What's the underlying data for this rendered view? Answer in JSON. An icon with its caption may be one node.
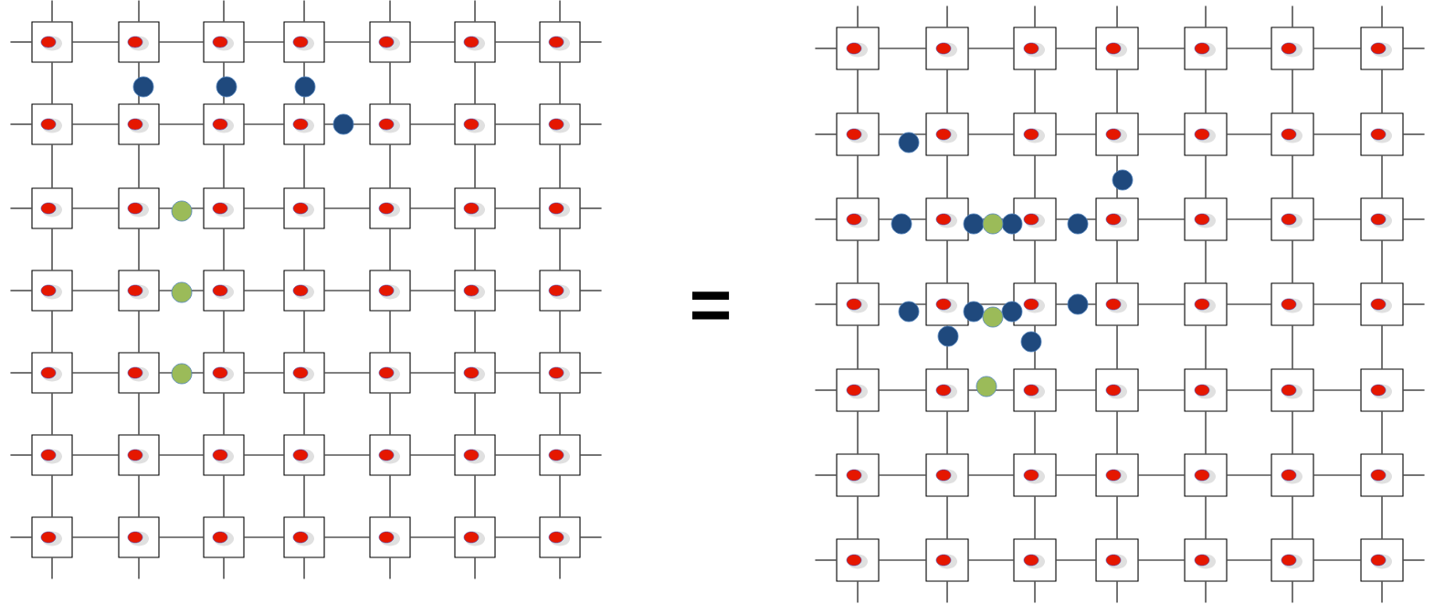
{
  "diagram": {
    "nodes": [
      {
        "text": [],
        "shape": "box"
      },
      {
        "text": [],
        "shape": "box"
      },
      {
        "text": [],
        "shape": "box"
      },
      {
        "text": [],
        "shape": "box"
      },
      {
        "text": [],
        "shape": "box"
      },
      {
        "text": [],
        "shape": "box"
      },
      {
        "text": [],
        "shape": "box"
      },
      {
        "text": [],
        "shape": "box"
      },
      {
        "text": [],
        "shape": "box"
      },
      {
        "text": [],
        "shape": "box"
      },
      {
        "text": [],
        "shape": "box"
      },
      {
        "text": [],
        "shape": "box"
      },
      {
        "text": [],
        "shape": "box"
      },
      {
        "text": [],
        "shape": "box"
      },
      {
        "text": [],
        "shape": "box"
      },
      {
        "text": [],
        "shape": "box"
      },
      {
        "text": [],
        "shape": "box"
      },
      {
        "text": [],
        "shape": "box"
      },
      {
        "text": [],
        "shape": "box"
      },
      {
        "text": [],
        "shape": "box"
      },
      {
        "text": [],
        "shape": "box"
      },
      {
        "text": [],
        "shape": "box"
      },
      {
        "text": [],
        "shape": "box"
      },
      {
        "text": [],
        "shape": "box"
      },
      {
        "text": [],
        "shape": "box"
      },
      {
        "text": [],
        "shape": "box"
      },
      {
        "text": [],
        "shape": "box"
      },
      {
        "text": [],
        "shape": "box"
      },
      {
        "text": [],
        "shape": "box"
      },
      {
        "text": [],
        "shape": "box"
      },
      {
        "text": [],
        "shape": "box"
      },
      {
        "text": [],
        "shape": "box"
      },
      {
        "text": [],
        "shape": "box"
      },
      {
        "text": [],
        "shape": "box"
      },
      {
        "text": [],
        "shape": "box"
      },
      {
        "text": [],
        "shape": "box"
      },
      {
        "text": [],
        "shape": "box"
      },
      {
        "text": [],
        "shape": "box"
      },
      {
        "text": [],
        "shape": "box"
      },
      {
        "text": [],
        "shape": "box"
      },
      {
        "text": [],
        "shape": "box"
      },
      {
        "text": [],
        "shape": "box"
      },
      {
        "text": [],
        "shape": "box"
      },
      {
        "text": [],
        "shape": "box"
      },
      {
        "text": [],
        "shape": "box"
      },
      {
        "text": [],
        "shape": "box"
      },
      {
        "text": [],
        "shape": "box"
      },
      {
        "text": [],
        "shape": "box"
      },
      {
        "text": [],
        "shape": "box"
      },
      {
        "text": [],
        "shape": "box"
      },
      {
        "text": [],
        "shape": "box"
      },
      {
        "text": [],
        "shape": "box"
      },
      {
        "text": [],
        "shape": "box"
      },
      {
        "text": [],
        "shape": "box"
      },
      {
        "text": [],
        "shape": "box"
      },
      {
        "text": [],
        "shape": "box"
      },
      {
        "text": [],
        "shape": "box"
      },
      {
        "text": [],
        "shape": "box"
      },
      {
        "text": [],
        "shape": "box"
      },
      {
        "text": [],
        "shape": "box"
      },
      {
        "text": [],
        "shape": "box"
      },
      {
        "text": [],
        "shape": "box"
      },
      {
        "text": [],
        "shape": "box"
      },
      {
        "text": [],
        "shape": "box"
      },
      {
        "text": [],
        "shape": "box"
      },
      {
        "text": [],
        "shape": "box"
      },
      {
        "text": [],
        "shape": "box"
      },
      {
        "text": [],
        "shape": "box"
      },
      {
        "text": [],
        "shape": "box"
      },
      {
        "text": [],
        "shape": "box"
      },
      {
        "text": [],
        "shape": "box"
      },
      {
        "text": [],
        "shape": "box"
      },
      {
        "text": [],
        "shape": "box"
      },
      {
        "text": [],
        "shape": "box"
      },
      {
        "text": [],
        "shape": "box"
      },
      {
        "text": [],
        "shape": "box"
      },
      {
        "text": [],
        "shape": "box"
      },
      {
        "text": [],
        "shape": "box"
      },
      {
        "text": [],
        "shape": "box"
      },
      {
        "text": [],
        "shape": "box"
      },
      {
        "text": [],
        "shape": "box"
      },
      {
        "text": [],
        "shape": "box"
      },
      {
        "text": [],
        "shape": "box"
      },
      {
        "text": [],
        "shape": "box"
      },
      {
        "text": [],
        "shape": "box"
      },
      {
        "text": [],
        "shape": "box"
      },
      {
        "text": [],
        "shape": "box"
      },
      {
        "text": [],
        "shape": "box"
      },
      {
        "text": [],
        "shape": "box"
      },
      {
        "text": [],
        "shape": "box"
      },
      {
        "text": [],
        "shape": "box"
      },
      {
        "text": [],
        "shape": "box"
      },
      {
        "text": [],
        "shape": "box"
      },
      {
        "text": [],
        "shape": "box"
      },
      {
        "text": [],
        "shape": "box"
      },
      {
        "text": [],
        "shape": "box"
      },
      {
        "text": [],
        "shape": "box"
      },
      {
        "text": [],
        "shape": "box"
      }
    ],
    "edges": [
      {
        "from": 0,
        "to": 1,
        "arrow": "none"
      },
      {
        "from": 1,
        "to": 2,
        "arrow": "none"
      },
      {
        "from": 2,
        "to": 3,
        "arrow": "none"
      },
      {
        "from": 3,
        "to": 4,
        "arrow": "none"
      },
      {
        "from": 4,
        "to": 5,
        "arrow": "none"
      },
      {
        "from": 5,
        "to": 6,
        "arrow": "none"
      },
      {
        "from": 7,
        "to": 8,
        "arrow": "none"
      },
      {
        "from": 8,
        "to": 9,
        "arrow": "none"
      },
      {
        "from": 9,
        "to": 10,
        "arrow": "none"
      },
      {
        "from": 10,
        "to": 11,
        "arrow": "none"
      },
      {
        "from": 11,
        "to": 12,
        "arrow": "none"
      },
      {
        "from": 12,
        "to": 13,
        "arrow": "none"
      },
      {
        "from": 14,
        "to": 15,
        "arrow": "none"
      },
      {
        "from": 15,
        "to": 16,
        "arrow": "none"
      },
      {
        "from": 16,
        "to": 17,
        "arrow": "none"
      },
      {
        "from": 17,
        "to": 18,
        "arrow": "none"
      },
      {
        "from": 18,
        "to": 19,
        "arrow": "none"
      },
      {
        "from": 19,
        "to": 20,
        "arrow": "none"
      },
      {
        "from": 21,
        "to": 22,
        "arrow": "none"
      },
      {
        "from": 22,
        "to": 23,
        "arrow": "none"
      },
      {
        "from": 23,
        "to": 24,
        "arrow": "none"
      },
      {
        "from": 24,
        "to": 25,
        "arrow": "none"
      },
      {
        "from": 25,
        "to": 26,
        "arrow": "none"
      },
      {
        "from": 26,
        "to": 27,
        "arrow": "none"
      },
      {
        "from": 28,
        "to": 29,
        "arrow": "none"
      },
      {
        "from": 29,
        "to": 30,
        "arrow": "none"
      },
      {
        "from": 30,
        "to": 31,
        "arrow": "none"
      },
      {
        "from": 31,
        "to": 32,
        "arrow": "none"
      },
      {
        "from": 32,
        "to": 33,
        "arrow": "none"
      },
      {
        "from": 33,
        "to": 34,
        "arrow": "none"
      },
      {
        "from": 35,
        "to": 36,
        "arrow": "none"
      },
      {
        "from": 36,
        "to": 37,
        "arrow": "none"
      },
      {
        "from": 37,
        "to": 38,
        "arrow": "none"
      },
      {
        "from": 38,
        "to": 39,
        "arrow": "none"
      },
      {
        "from": 39,
        "to": 40,
        "arrow": "none"
      },
      {
        "from": 40,
        "to": 41,
        "arrow": "none"
      },
      {
        "from": 42,
        "to": 43,
        "arrow": "none"
      },
      {
        "from": 43,
        "to": 44,
        "arrow": "none"
      },
      {
        "from": 44,
        "to": 45,
        "arrow": "none"
      },
      {
        "from": 45,
        "to": 46,
        "arrow": "none"
      },
      {
        "from": 46,
        "to": 47,
        "arrow": "none"
      },
      {
        "from": 47,
        "to": 48,
        "arrow": "none"
      },
      {
        "from": 0,
        "to": 7,
        "arrow": "none"
      },
      {
        "from": 1,
        "to": 8,
        "arrow": "none"
      },
      {
        "from": 2,
        "to": 9,
        "arrow": "none"
      },
      {
        "from": 3,
        "to": 10,
        "arrow": "none"
      },
      {
        "from": 4,
        "to": 11,
        "arrow": "none"
      },
      {
        "from": 5,
        "to": 12,
        "arrow": "none"
      },
      {
        "from": 6,
        "to": 13,
        "arrow": "none"
      },
      {
        "from": 7,
        "to": 14,
        "arrow": "none"
      },
      {
        "from": 8,
        "to": 15,
        "arrow": "none"
      },
      {
        "from": 9,
        "to": 16,
        "arrow": "none"
      },
      {
        "from": 10,
        "to": 17,
        "arrow": "none"
      },
      {
        "from": 11,
        "to": 18,
        "arrow": "none"
      },
      {
        "from": 12,
        "to": 19,
        "arrow": "none"
      },
      {
        "from": 13,
        "to": 20,
        "arrow": "none"
      },
      {
        "from": 14,
        "to": 21,
        "arrow": "none"
      },
      {
        "from": 15,
        "to": 22,
        "arrow": "none"
      },
      {
        "from": 16,
        "to": 23,
        "arrow": "none"
      },
      {
        "from": 17,
        "to": 24,
        "arrow": "none"
      },
      {
        "from": 18,
        "to": 25,
        "arrow": "none"
      },
      {
        "from": 19,
        "to": 26,
        "arrow": "none"
      },
      {
        "from": 20,
        "to": 27,
        "arrow": "none"
      },
      {
        "from": 21,
        "to": 28,
        "arrow": "none"
      },
      {
        "from": 22,
        "to": 29,
        "arrow": "none"
      },
      {
        "from": 23,
        "to": 30,
        "arrow": "none"
      },
      {
        "from": 24,
        "to": 31,
        "arrow": "none"
      },
      {
        "from": 25,
        "to": 32,
        "arrow": "none"
      },
      {
        "from": 26,
        "to": 33,
        "arrow": "none"
      },
      {
        "from": 27,
        "to": 34,
        "arrow": "none"
      },
      {
        "from": 28,
        "to": 35,
        "arrow": "none"
      },
      {
        "from": 29,
        "to": 36,
        "arrow": "none"
      },
      {
        "from": 30,
        "to": 37,
        "arrow": "none"
      },
      {
        "from": 31,
        "to": 38,
        "arrow": "none"
      },
      {
        "from": 32,
        "to": 39,
        "arrow": "none"
      },
      {
        "from": 33,
        "to": 40,
        "arrow": "none"
      },
      {
        "from": 34,
        "to": 41,
        "arrow": "none"
      },
      {
        "from": 35,
        "to": 42,
        "arrow": "none"
      },
      {
        "from": 36,
        "to": 43,
        "arrow": "none"
      },
      {
        "from": 37,
        "to": 44,
        "arrow": "none"
      },
      {
        "from": 38,
        "to": 45,
        "arrow": "none"
      },
      {
        "from": 39,
        "to": 46,
        "arrow": "none"
      },
      {
        "from": 40,
        "to": 47,
        "arrow": "none"
      },
      {
        "from": 41,
        "to": 48,
        "arrow": "none"
      },
      {
        "from": null,
        "to": 0,
        "arrow": "none"
      },
      {
        "from": null,
        "to": 1,
        "arrow": "none"
      },
      {
        "from": null,
        "to": 2,
        "arrow": "none"
      },
      {
        "from": null,
        "to": 3,
        "arrow": "none"
      },
      {
        "from": null,
        "to": 4,
        "arrow": "none"
      },
      {
        "from": null,
        "to": 5,
        "arrow": "none"
      },
      {
        "from": null,
        "to": 6,
        "arrow": "none"
      },
      {
        "from": null,
        "to": 42,
        "arrow": "none"
      },
      {
        "from": null,
        "to": 43,
        "arrow": "none"
      },
      {
        "from": null,
        "to": 44,
        "arrow": "none"
      },
      {
        "from": null,
        "to": 45,
        "arrow": "none"
      },
      {
        "from": null,
        "to": 46,
        "arrow": "none"
      },
      {
        "from": null,
        "to": 47,
        "arrow": "none"
      },
      {
        "from": null,
        "to": 48,
        "arrow": "none"
      },
      {
        "from": null,
        "to": 0,
        "arrow": "none"
      },
      {
        "from": null,
        "to": 7,
        "arrow": "none"
      },
      {
        "from": null,
        "to": 14,
        "arrow": "none"
      },
      {
        "from": null,
        "to": 21,
        "arrow": "none"
      },
      {
        "from": null,
        "to": 28,
        "arrow": "none"
      },
      {
        "from": null,
        "to": 35,
        "arrow": "none"
      },
      {
        "from": null,
        "to": 42,
        "arrow": "none"
      },
      {
        "from": null,
        "to": 6,
        "arrow": "none"
      },
      {
        "from": null,
        "to": 13,
        "arrow": "none"
      },
      {
        "from": null,
        "to": 20,
        "arrow": "none"
      },
      {
        "from": null,
        "to": 27,
        "arrow": "none"
      },
      {
        "from": null,
        "to": 34,
        "arrow": "none"
      },
      {
        "from": null,
        "to": 41,
        "arrow": "none"
      },
      {
        "from": null,
        "to": 48,
        "arrow": "none"
      },
      {
        "from": 49,
        "to": 50,
        "arrow": "none"
      },
      {
        "from": 50,
        "to": 51,
        "arrow": "none"
      },
      {
        "from": 51,
        "to": 52,
        "arrow": "none"
      },
      {
        "from": 52,
        "to": 53,
        "arrow": "none"
      },
      {
        "from": 53,
        "to": 54,
        "arrow": "none"
      },
      {
        "from": 54,
        "to": 55,
        "arrow": "none"
      },
      {
        "from": 56,
        "to": 57,
        "arrow": "none"
      },
      {
        "from": 57,
        "to": 58,
        "arrow": "none"
      },
      {
        "from": 58,
        "to": 59,
        "arrow": "none"
      },
      {
        "from": 59,
        "to": 60,
        "arrow": "none"
      },
      {
        "from": 60,
        "to": 61,
        "arrow": "none"
      },
      {
        "from": 61,
        "to": 62,
        "arrow": "none"
      },
      {
        "from": 63,
        "to": 64,
        "arrow": "none"
      },
      {
        "from": 64,
        "to": 65,
        "arrow": "none"
      },
      {
        "from": 65,
        "to": 66,
        "arrow": "none"
      },
      {
        "from": 66,
        "to": 67,
        "arrow": "none"
      },
      {
        "from": 67,
        "to": 68,
        "arrow": "none"
      },
      {
        "from": 68,
        "to": 69,
        "arrow": "none"
      },
      {
        "from": 70,
        "to": 71,
        "arrow": "none"
      },
      {
        "from": 71,
        "to": 72,
        "arrow": "none"
      },
      {
        "from": 72,
        "to": 73,
        "arrow": "none"
      },
      {
        "from": 73,
        "to": 74,
        "arrow": "none"
      },
      {
        "from": 74,
        "to": 75,
        "arrow": "none"
      },
      {
        "from": 75,
        "to": 76,
        "arrow": "none"
      },
      {
        "from": 77,
        "to": 78,
        "arrow": "none"
      },
      {
        "from": 78,
        "to": 79,
        "arrow": "none"
      },
      {
        "from": 79,
        "to": 80,
        "arrow": "none"
      },
      {
        "from": 80,
        "to": 81,
        "arrow": "none"
      },
      {
        "from": 81,
        "to": 82,
        "arrow": "none"
      },
      {
        "from": 82,
        "to": 83,
        "arrow": "none"
      },
      {
        "from": 84,
        "to": 85,
        "arrow": "none"
      },
      {
        "from": 85,
        "to": 86,
        "arrow": "none"
      },
      {
        "from": 86,
        "to": 87,
        "arrow": "none"
      },
      {
        "from": 87,
        "to": 88,
        "arrow": "none"
      },
      {
        "from": 88,
        "to": 89,
        "arrow": "none"
      },
      {
        "from": 89,
        "to": 90,
        "arrow": "none"
      },
      {
        "from": 91,
        "to": 92,
        "arrow": "none"
      },
      {
        "from": 92,
        "to": 93,
        "arrow": "none"
      },
      {
        "from": 93,
        "to": 94,
        "arrow": "none"
      },
      {
        "from": 94,
        "to": 95,
        "arrow": "none"
      },
      {
        "from": 95,
        "to": 96,
        "arrow": "none"
      },
      {
        "from": 96,
        "to": 97,
        "arrow": "none"
      },
      {
        "from": 49,
        "to": 56,
        "arrow": "none"
      },
      {
        "from": 50,
        "to": 57,
        "arrow": "none"
      },
      {
        "from": 51,
        "to": 58,
        "arrow": "none"
      },
      {
        "from": 52,
        "to": 59,
        "arrow": "none"
      },
      {
        "from": 53,
        "to": 60,
        "arrow": "none"
      },
      {
        "from": 54,
        "to": 61,
        "arrow": "none"
      },
      {
        "from": 55,
        "to": 62,
        "arrow": "none"
      },
      {
        "from": 56,
        "to": 63,
        "arrow": "none"
      },
      {
        "from": 57,
        "to": 64,
        "arrow": "none"
      },
      {
        "from": 58,
        "to": 65,
        "arrow": "none"
      },
      {
        "from": 59,
        "to": 66,
        "arrow": "none"
      },
      {
        "from": 60,
        "to": 67,
        "arrow": "none"
      },
      {
        "from": 61,
        "to": 68,
        "arrow": "none"
      },
      {
        "from": 62,
        "to": 69,
        "arrow": "none"
      },
      {
        "from": 63,
        "to": 70,
        "arrow": "none"
      },
      {
        "from": 64,
        "to": 71,
        "arrow": "none"
      },
      {
        "from": 65,
        "to": 72,
        "arrow": "none"
      },
      {
        "from": 66,
        "to": 73,
        "arrow": "none"
      },
      {
        "from": 67,
        "to": 74,
        "arrow": "none"
      },
      {
        "from": 68,
        "to": 75,
        "arrow": "none"
      },
      {
        "from": 69,
        "to": 76,
        "arrow": "none"
      },
      {
        "from": 70,
        "to": 77,
        "arrow": "none"
      },
      {
        "from": 71,
        "to": 78,
        "arrow": "none"
      },
      {
        "from": 72,
        "to": 79,
        "arrow": "none"
      },
      {
        "from": 73,
        "to": 80,
        "arrow": "none"
      },
      {
        "from": 74,
        "to": 81,
        "arrow": "none"
      },
      {
        "from": 75,
        "to": 82,
        "arrow": "none"
      },
      {
        "from": 76,
        "to": 83,
        "arrow": "none"
      },
      {
        "from": 77,
        "to": 84,
        "arrow": "none"
      },
      {
        "from": 78,
        "to": 85,
        "arrow": "none"
      },
      {
        "from": 79,
        "to": 86,
        "arrow": "none"
      },
      {
        "from": 80,
        "to": 87,
        "arrow": "none"
      },
      {
        "from": 81,
        "to": 88,
        "arrow": "none"
      },
      {
        "from": 82,
        "to": 89,
        "arrow": "none"
      },
      {
        "from": 83,
        "to": 90,
        "arrow": "none"
      },
      {
        "from": 84,
        "to": 91,
        "arrow": "none"
      },
      {
        "from": 85,
        "to": 92,
        "arrow": "none"
      },
      {
        "from": 86,
        "to": 93,
        "arrow": "none"
      },
      {
        "from": 87,
        "to": 94,
        "arrow": "none"
      },
      {
        "from": 88,
        "to": 95,
        "arrow": "none"
      },
      {
        "from": 89,
        "to": 96,
        "arrow": "none"
      },
      {
        "from": 90,
        "to": 97,
        "arrow": "none"
      },
      {
        "from": null,
        "to": 49,
        "arrow": "none"
      },
      {
        "from": null,
        "to": 50,
        "arrow": "none"
      },
      {
        "from": null,
        "to": 51,
        "arrow": "none"
      },
      {
        "from": null,
        "to": 52,
        "arrow": "none"
      },
      {
        "from": null,
        "to": 53,
        "arrow": "none"
      },
      {
        "from": null,
        "to": 54,
        "arrow": "none"
      },
      {
        "from": null,
        "to": 55,
        "arrow": "none"
      },
      {
        "from": null,
        "to": 91,
        "arrow": "none"
      },
      {
        "from": null,
        "to": 92,
        "arrow": "none"
      },
      {
        "from": null,
        "to": 93,
        "arrow": "none"
      },
      {
        "from": null,
        "to": 94,
        "arrow": "none"
      },
      {
        "from": null,
        "to": 95,
        "arrow": "none"
      },
      {
        "from": null,
        "to": 96,
        "arrow": "none"
      },
      {
        "from": null,
        "to": 97,
        "arrow": "none"
      },
      {
        "from": null,
        "to": 49,
        "arrow": "none"
      },
      {
        "from": null,
        "to": 56,
        "arrow": "none"
      },
      {
        "from": null,
        "to": 63,
        "arrow": "none"
      },
      {
        "from": null,
        "to": 70,
        "arrow": "none"
      },
      {
        "from": null,
        "to": 77,
        "arrow": "none"
      },
      {
        "from": null,
        "to": 84,
        "arrow": "none"
      },
      {
        "from": null,
        "to": 91,
        "arrow": "none"
      },
      {
        "from": null,
        "to": 55,
        "arrow": "none"
      },
      {
        "from": null,
        "to": 62,
        "arrow": "none"
      },
      {
        "from": null,
        "to": 69,
        "arrow": "none"
      },
      {
        "from": null,
        "to": 76,
        "arrow": "none"
      },
      {
        "from": null,
        "to": 83,
        "arrow": "none"
      },
      {
        "from": null,
        "to": 90,
        "arrow": "none"
      },
      {
        "from": null,
        "to": 97,
        "arrow": "none"
      }
    ],
    "labels": [
      "="
    ]
  }
}
